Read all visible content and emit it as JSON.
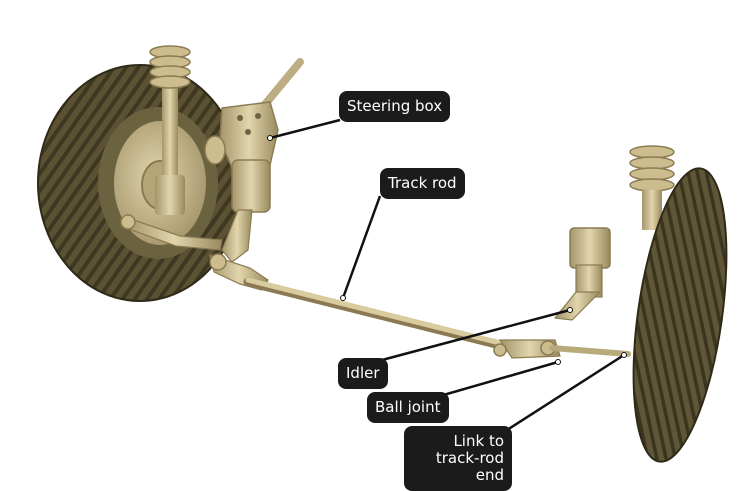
{
  "labels": {
    "steering_box": "Steering box",
    "track_rod": "Track rod",
    "idler": "Idler",
    "ball_joint": "Ball joint",
    "link_line1": "Link to",
    "link_line2": "track-rod end"
  },
  "colors": {
    "tyre": "#5a5232",
    "tyre_dark": "#3e3822",
    "metal": "#c9b98a",
    "metal_dark": "#9a8a5e",
    "callout_bg": "#1b1b1b",
    "callout_text": "#ffffff"
  }
}
